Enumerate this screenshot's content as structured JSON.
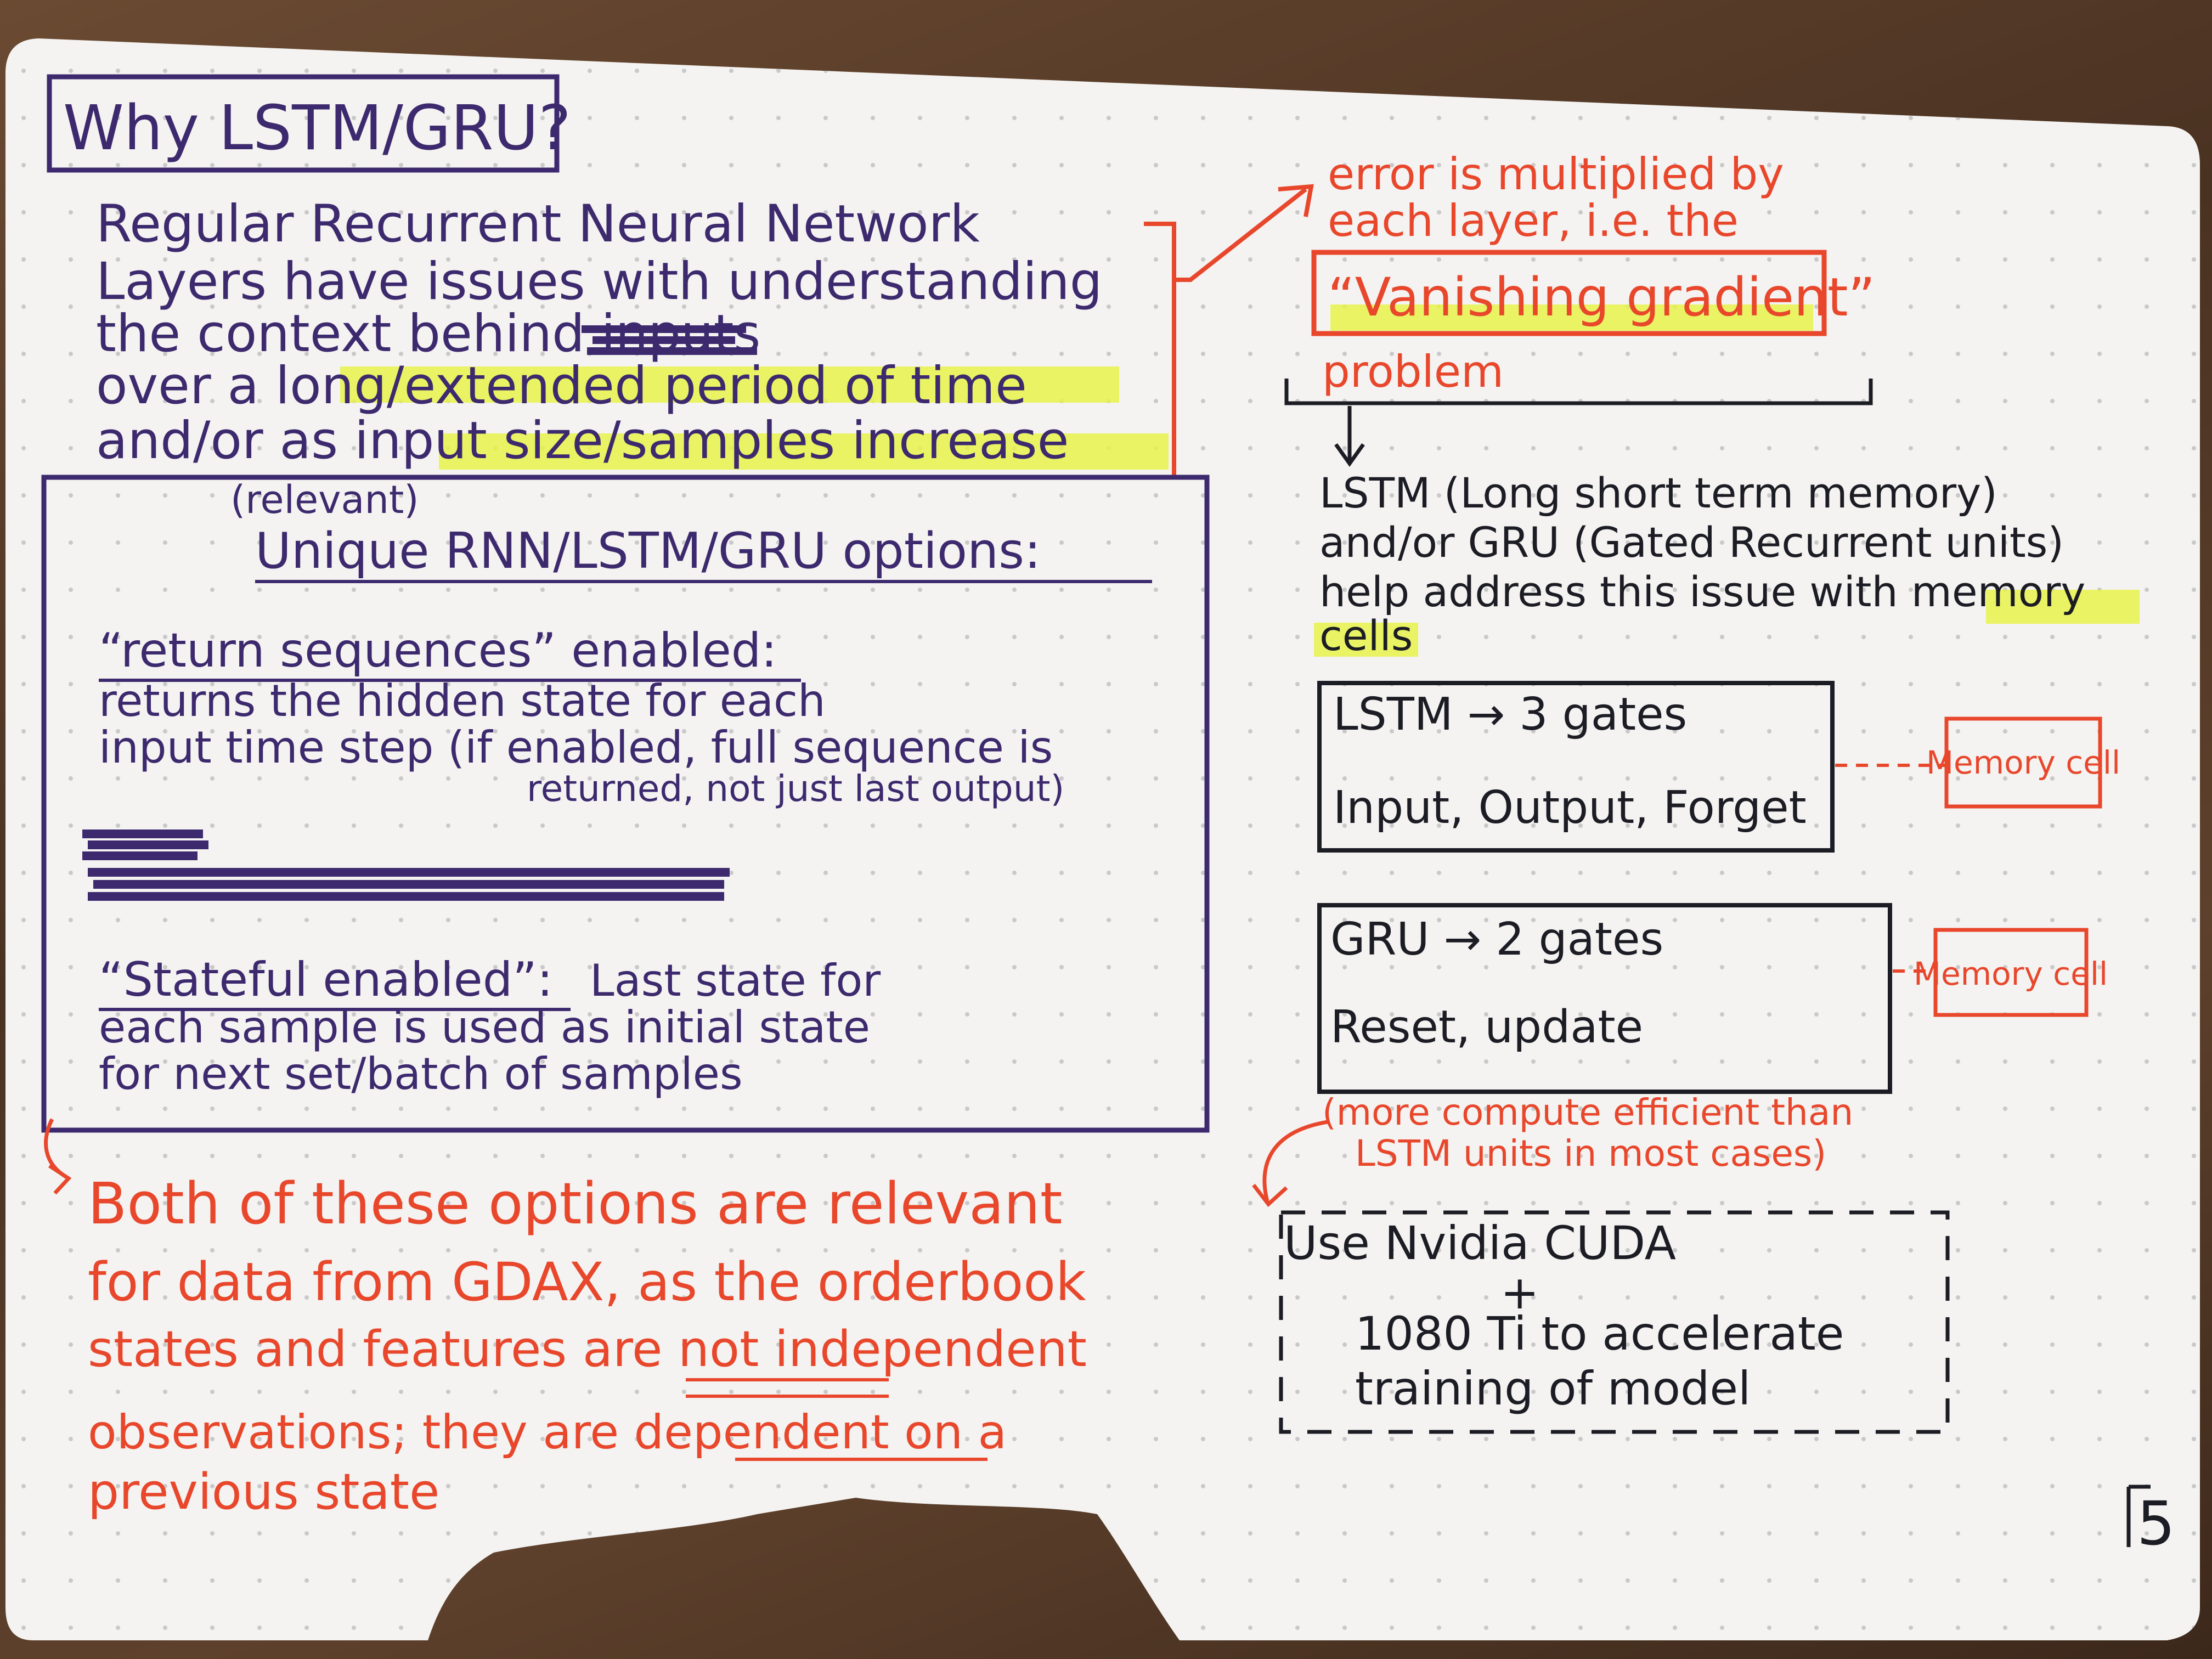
{
  "title": "Why LSTM/GRU?",
  "intro": [
    "Regular Recurrent Neural Network",
    "Layers have issues with understanding",
    "the context behind inputs",
    "over a long/extended period of time",
    "and/or as input size/samples increase"
  ],
  "error_note": {
    "line1": "error is multiplied by",
    "line2": "each layer, i.e. the",
    "boxed": "“Vanishing gradient”",
    "line3": "problem"
  },
  "options_box": {
    "relevant": "(relevant)",
    "heading": "Unique RNN/LSTM/GRU options:",
    "return_heading": "“return sequences” enabled:",
    "return_lines": [
      "returns the hidden state for each",
      "input time step (if enabled, full sequence is",
      "returned, not just last output)"
    ],
    "stateful_heading": "“Stateful enabled”:",
    "stateful_lines": [
      "Last state for",
      "each sample is used as initial state",
      "for next set/batch of samples"
    ]
  },
  "conclusion": [
    "Both of these options are relevant",
    "for data from GDAX, as the orderbook",
    "states and features are not independent",
    "observations; they are dependent on a",
    "previous state"
  ],
  "memory_intro": [
    "LSTM (Long short term memory)",
    "and/or GRU (Gated Recurrent units)",
    "help address this issue with memory",
    "cells"
  ],
  "lstm_box": {
    "line1": "LSTM → 3 gates",
    "line2": "Input, Output, Forget"
  },
  "gru_box": {
    "line1": "GRU → 2 gates",
    "line2": "Reset, update"
  },
  "memory_cell_label": "Memory cell",
  "gru_note": [
    "(more compute efficient than",
    "LSTM units in most cases)"
  ],
  "cuda_box": {
    "line1": "Use Nvidia CUDA",
    "plus": "+",
    "line2": "1080 Ti to accelerate",
    "line3": "training of model"
  },
  "page_number": "5",
  "colors": {
    "purple_ink": "#3d2a6e",
    "red_ink": "#e8472c",
    "black_ink": "#1c1c24",
    "highlighter": "#e6f24a",
    "paper": "#f4f3f1"
  }
}
